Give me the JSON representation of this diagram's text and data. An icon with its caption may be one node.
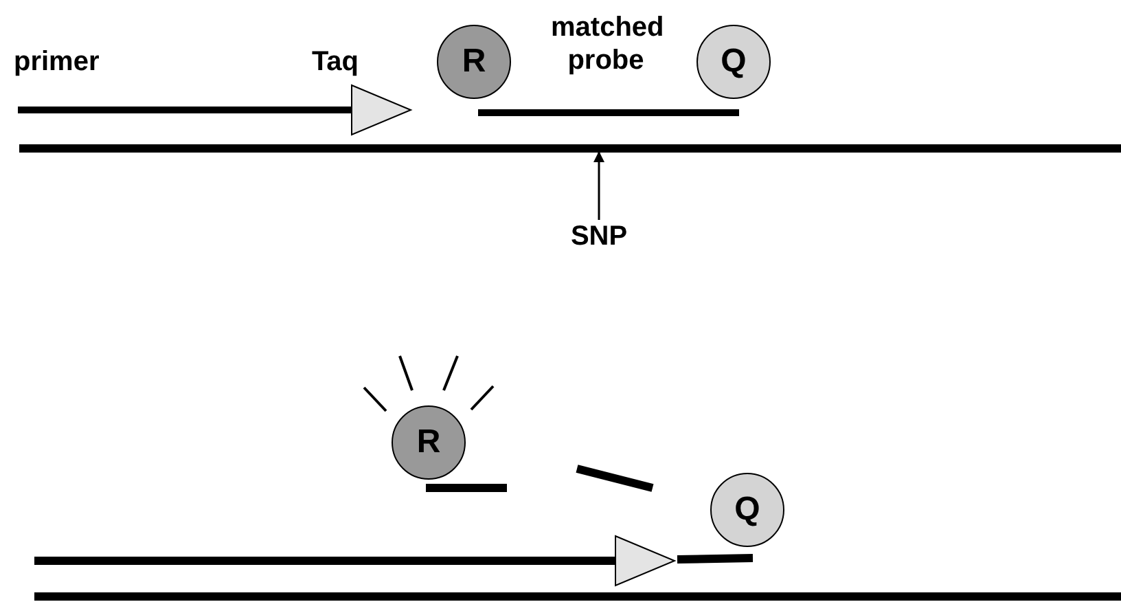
{
  "diagram": {
    "nodes": [
      {
        "text": [
          "R"
        ]
      },
      {
        "text": [
          "Q"
        ]
      },
      {
        "text": [],
        "shape": "bar"
      },
      {
        "text": [
          "SNP"
        ]
      },
      {
        "text": [
          "R"
        ]
      },
      {
        "text": [
          "Q"
        ]
      }
    ],
    "edges": [
      {
        "from": 3,
        "to": 2,
        "arrow": "to"
      }
    ],
    "labels": [
      "primer",
      "Taq",
      "matched probe"
    ]
  }
}
